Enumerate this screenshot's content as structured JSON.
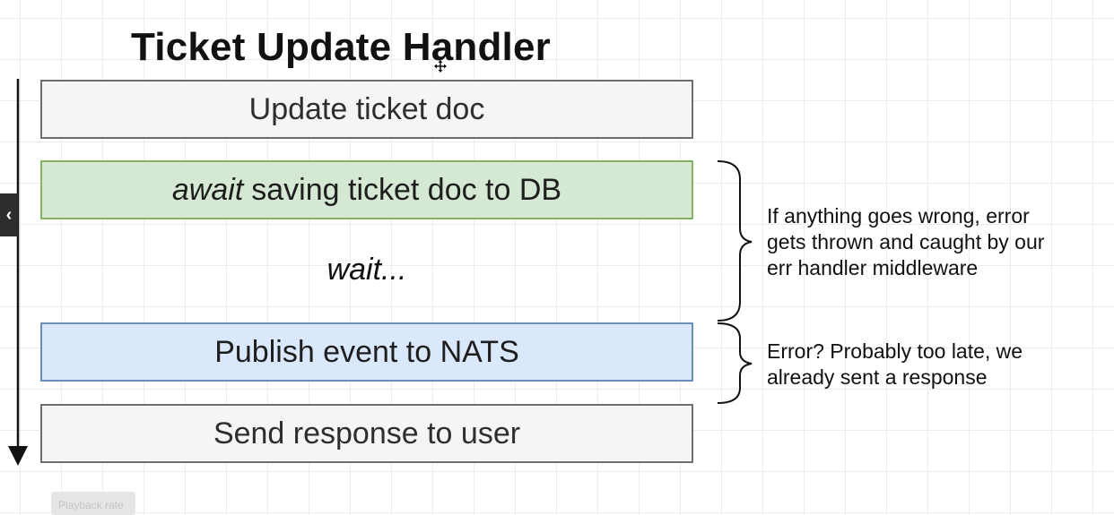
{
  "diagram": {
    "title": "Ticket Update Handler",
    "steps": [
      {
        "label": "Update ticket doc"
      },
      {
        "emphasis": "await",
        "label": "saving ticket doc to DB"
      },
      {
        "label": "Publish event to NATS"
      },
      {
        "label": "Send response to user"
      }
    ],
    "wait_label": "wait...",
    "annotations": [
      {
        "lines": [
          "If anything goes wrong, error",
          "gets thrown and caught by our",
          "err handler middleware"
        ]
      },
      {
        "lines": [
          "Error?  Probably too late, we",
          "already sent a response"
        ]
      }
    ]
  },
  "player": {
    "collapse_glyph": "‹",
    "playback_label": "Playback rate"
  },
  "colors": {
    "save_fill": "#d5e8d4",
    "save_border": "#82b366",
    "publish_fill": "#dae8fc",
    "publish_border": "#6c8ebf",
    "neutral_fill": "#f5f5f5"
  }
}
